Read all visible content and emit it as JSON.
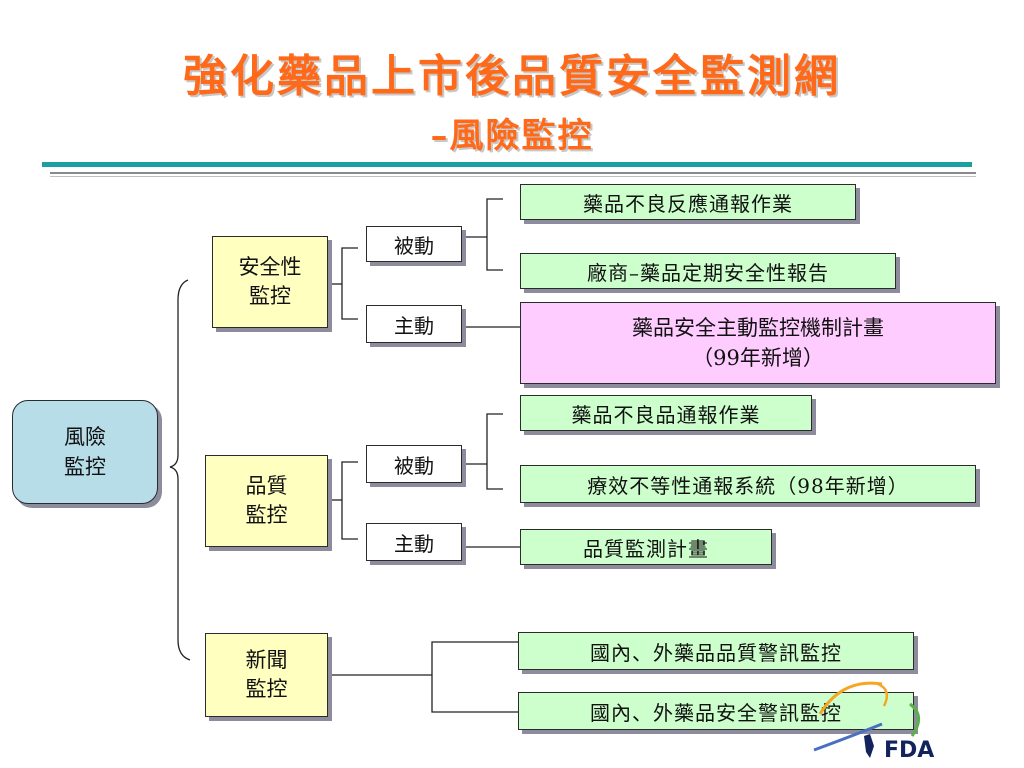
{
  "title": {
    "main": "強化藥品上市後品質安全監測網",
    "sub": "–風險監控"
  },
  "diagram": {
    "root": "風險\n監控",
    "branches": [
      {
        "label": "安全性\n監控",
        "passive": "被動",
        "active": "主動",
        "passive_items": [
          "藥品不良反應通報作業",
          "廠商–藥品定期安全性報告"
        ],
        "active_item": "藥品安全主動監控機制計畫\n（99年新增）"
      },
      {
        "label": "品質\n監控",
        "passive": "被動",
        "active": "主動",
        "passive_items": [
          "藥品不良品通報作業",
          "療效不等性通報系統（98年新增）"
        ],
        "active_item": "品質監測計畫"
      },
      {
        "label": "新聞\n監控",
        "items": [
          "國內、外藥品品質警訊監控",
          "國內、外藥品安全警訊監控"
        ]
      }
    ]
  },
  "logo": {
    "text": "FDA",
    "icon": "fda-logo-icon"
  },
  "colors": {
    "title": "#ff6a1a",
    "accent_rule": "#1aa0a0",
    "category_box": "#ffffc0",
    "root_box": "#b7dde8",
    "leaf_box": "#ccffcc",
    "highlight_box": "#ffccff"
  }
}
